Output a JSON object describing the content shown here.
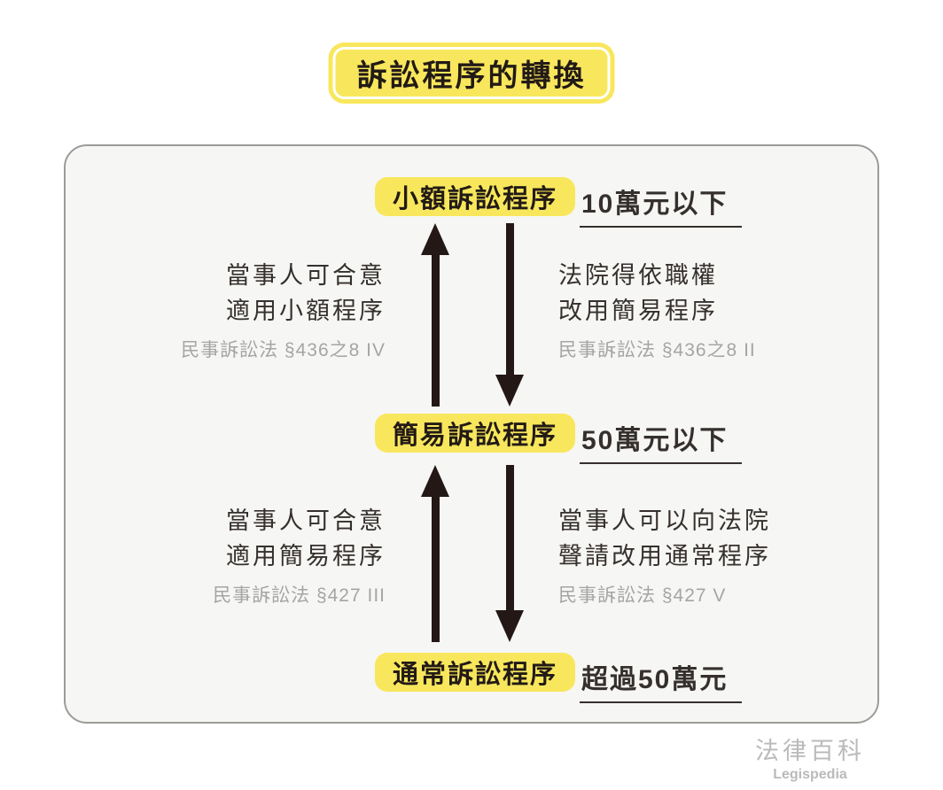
{
  "title": "訴訟程序的轉換",
  "colors": {
    "yellow": "#F8E75C",
    "dark": "#221A16",
    "ink": "#35302D",
    "arrow": "#231815",
    "gray": "#A5A5A5",
    "card_bg": "#F6F6F4",
    "card_border": "#9B9B99",
    "logo_gray": "#B9BAB9"
  },
  "nodes": [
    {
      "label": "小額訴訟程序",
      "threshold": "10萬元以下"
    },
    {
      "label": "簡易訴訟程序",
      "threshold": "50萬元以下"
    },
    {
      "label": "通常訴訟程序",
      "threshold": "超過50萬元"
    }
  ],
  "transitions": [
    {
      "up": {
        "line1": "當事人可合意",
        "line2": "適用小額程序",
        "citation": "民事訴訟法 §436之8 IV"
      },
      "down": {
        "line1": "法院得依職權",
        "line2": "改用簡易程序",
        "citation": "民事訴訟法 §436之8 II"
      }
    },
    {
      "up": {
        "line1": "當事人可合意",
        "line2": "適用簡易程序",
        "citation": "民事訴訟法 §427 III"
      },
      "down": {
        "line1": "當事人可以向法院",
        "line2": "聲請改用通常程序",
        "citation": "民事訴訟法 §427 V"
      }
    }
  ],
  "logo": {
    "name": "法律百科",
    "subname": "Legispedia"
  }
}
